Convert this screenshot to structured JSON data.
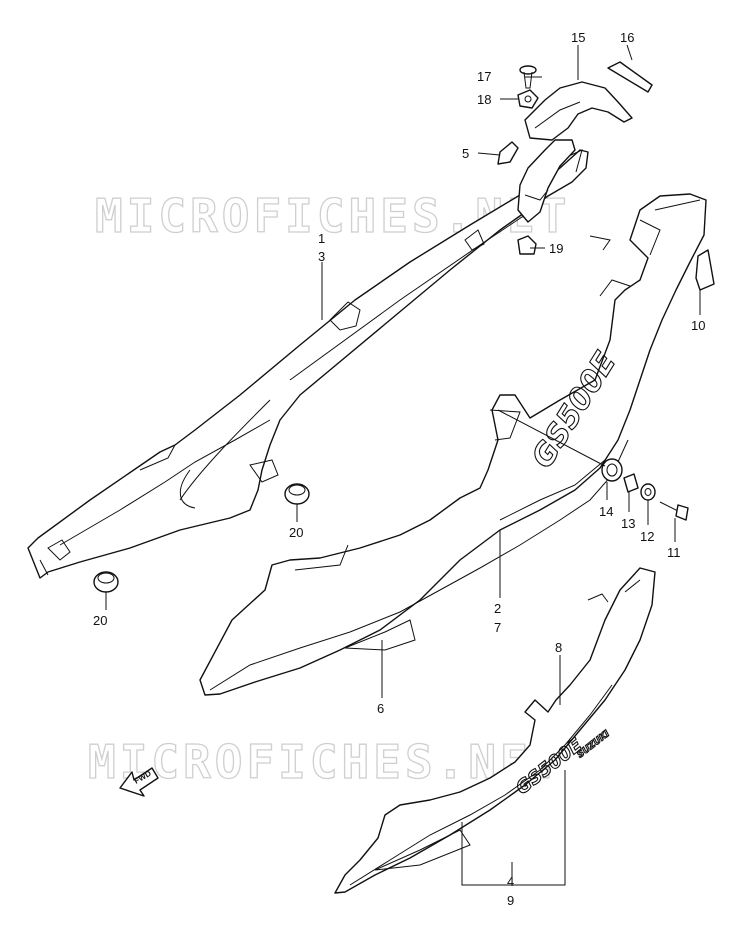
{
  "watermark": "MICROFICHES.NET",
  "fwd_label": "FWD",
  "emblem_text": "GS500E",
  "emblem_small": "SUZUKI",
  "callouts": {
    "c1": "1",
    "c3": "3",
    "c2": "2",
    "c7": "7",
    "c4": "4",
    "c9": "9",
    "c5": "5",
    "c6": "6",
    "c8": "8",
    "c10": "10",
    "c11": "11",
    "c12": "12",
    "c13": "13",
    "c14": "14",
    "c15": "15",
    "c16": "16",
    "c17": "17",
    "c18": "18",
    "c19": "19",
    "c20a": "20",
    "c20b": "20"
  }
}
